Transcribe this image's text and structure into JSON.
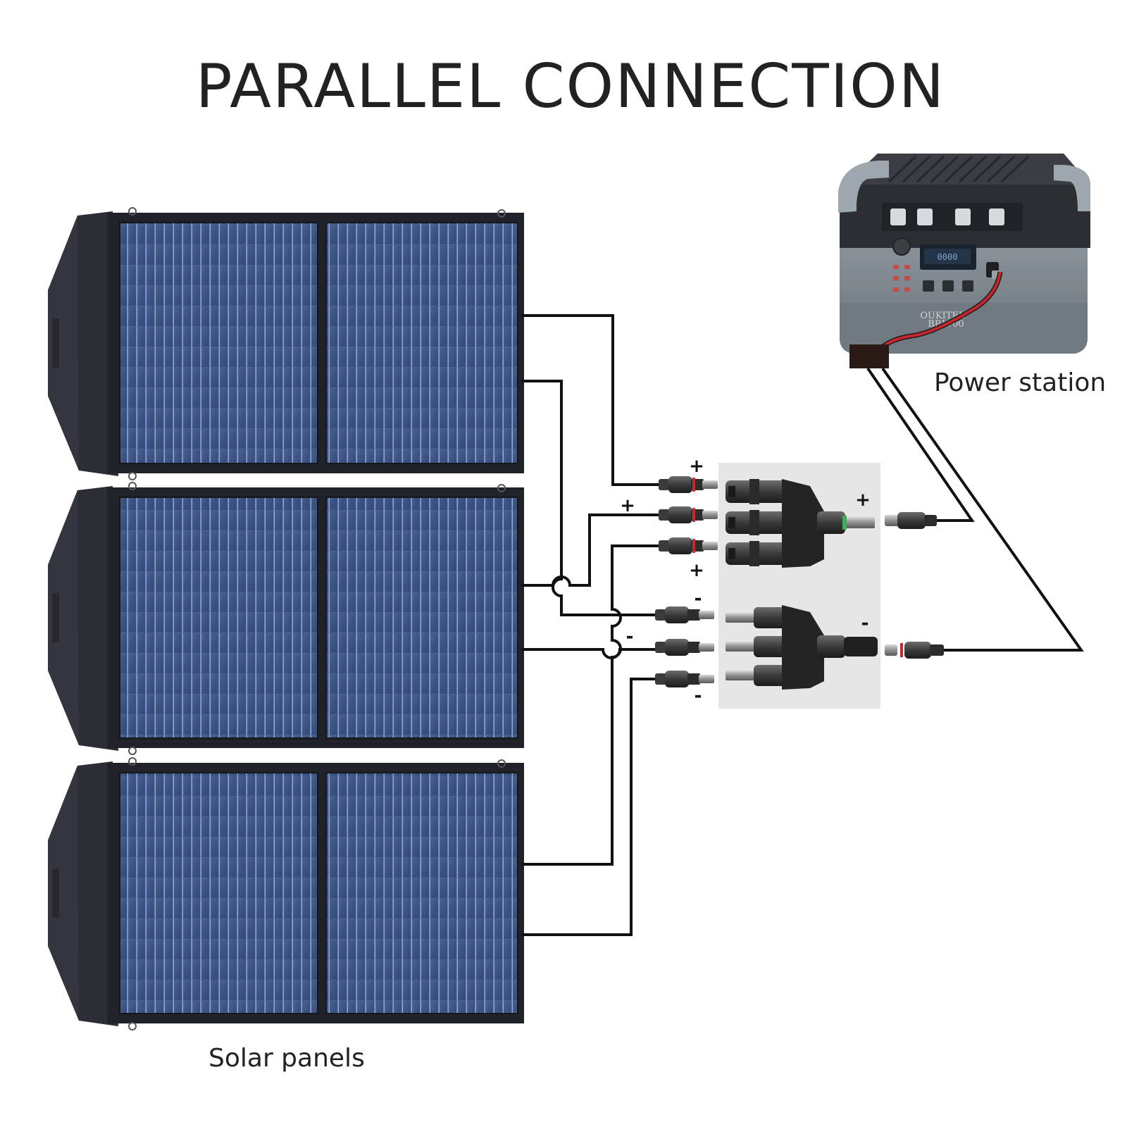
{
  "diagram": {
    "title": "PARALLEL CONNECTION",
    "power_station_label": "Power station",
    "solar_panels_label": "Solar panels",
    "plus_sign": "+",
    "minus_sign": "-",
    "device_brand": "OUKITEL",
    "device_model": "BP1700"
  },
  "colors": {
    "panel_frame": "#1f2228",
    "panel_flap": "#2b2e35",
    "cell_blue": "#3d5585",
    "cell_line": "#8fa5cc",
    "wire": "#111111",
    "station_body": "#7a8289",
    "station_top": "#2c2f33",
    "station_handle": "#9ea7ae",
    "display": "#1d2a3a",
    "cable_red": "#c6262e",
    "splitter_bg": "#e6e6e6"
  },
  "icons": [
    "solar-panel-icon",
    "power-station-icon",
    "mc4-connector-icon",
    "branch-connector-icon"
  ]
}
